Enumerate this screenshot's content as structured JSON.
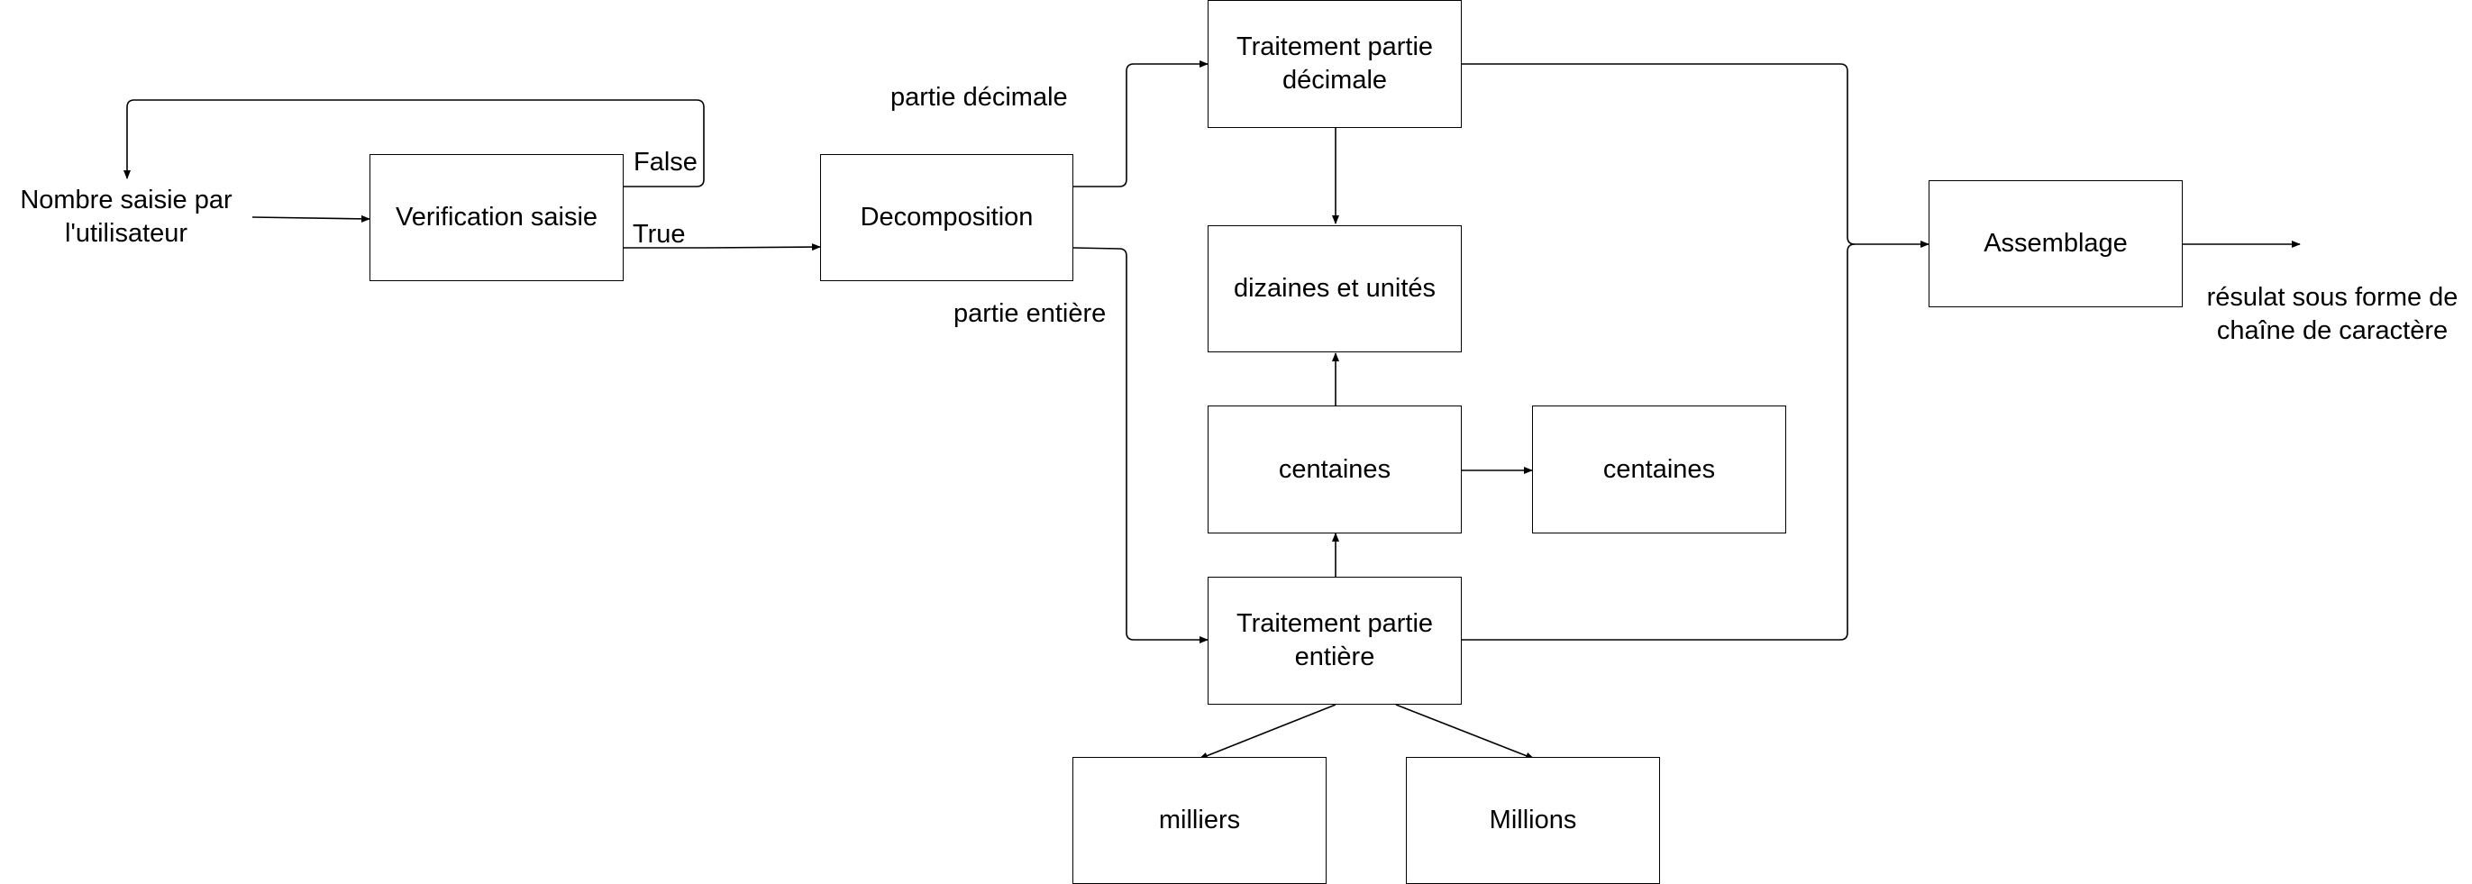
{
  "nodes": {
    "input_label": "Nombre saisie par l'utilisateur",
    "verification": "Verification saisie",
    "decomposition": "Decomposition",
    "traitement_decimale": "Traitement partie décimale",
    "dizaines_unites": "dizaines et unités",
    "centaines_left": "centaines",
    "centaines_right": "centaines",
    "traitement_entiere": "Traitement partie entière",
    "milliers": "milliers",
    "millions": "Millions",
    "assemblage": "Assemblage",
    "output_label": "résulat sous forme de chaîne de caractère"
  },
  "edge_labels": {
    "false": "False",
    "true": "True",
    "partie_decimale": "partie décimale",
    "partie_entiere": "partie entière"
  },
  "colors": {
    "line": "#000000",
    "box_border": "#000000",
    "background": "#ffffff"
  }
}
